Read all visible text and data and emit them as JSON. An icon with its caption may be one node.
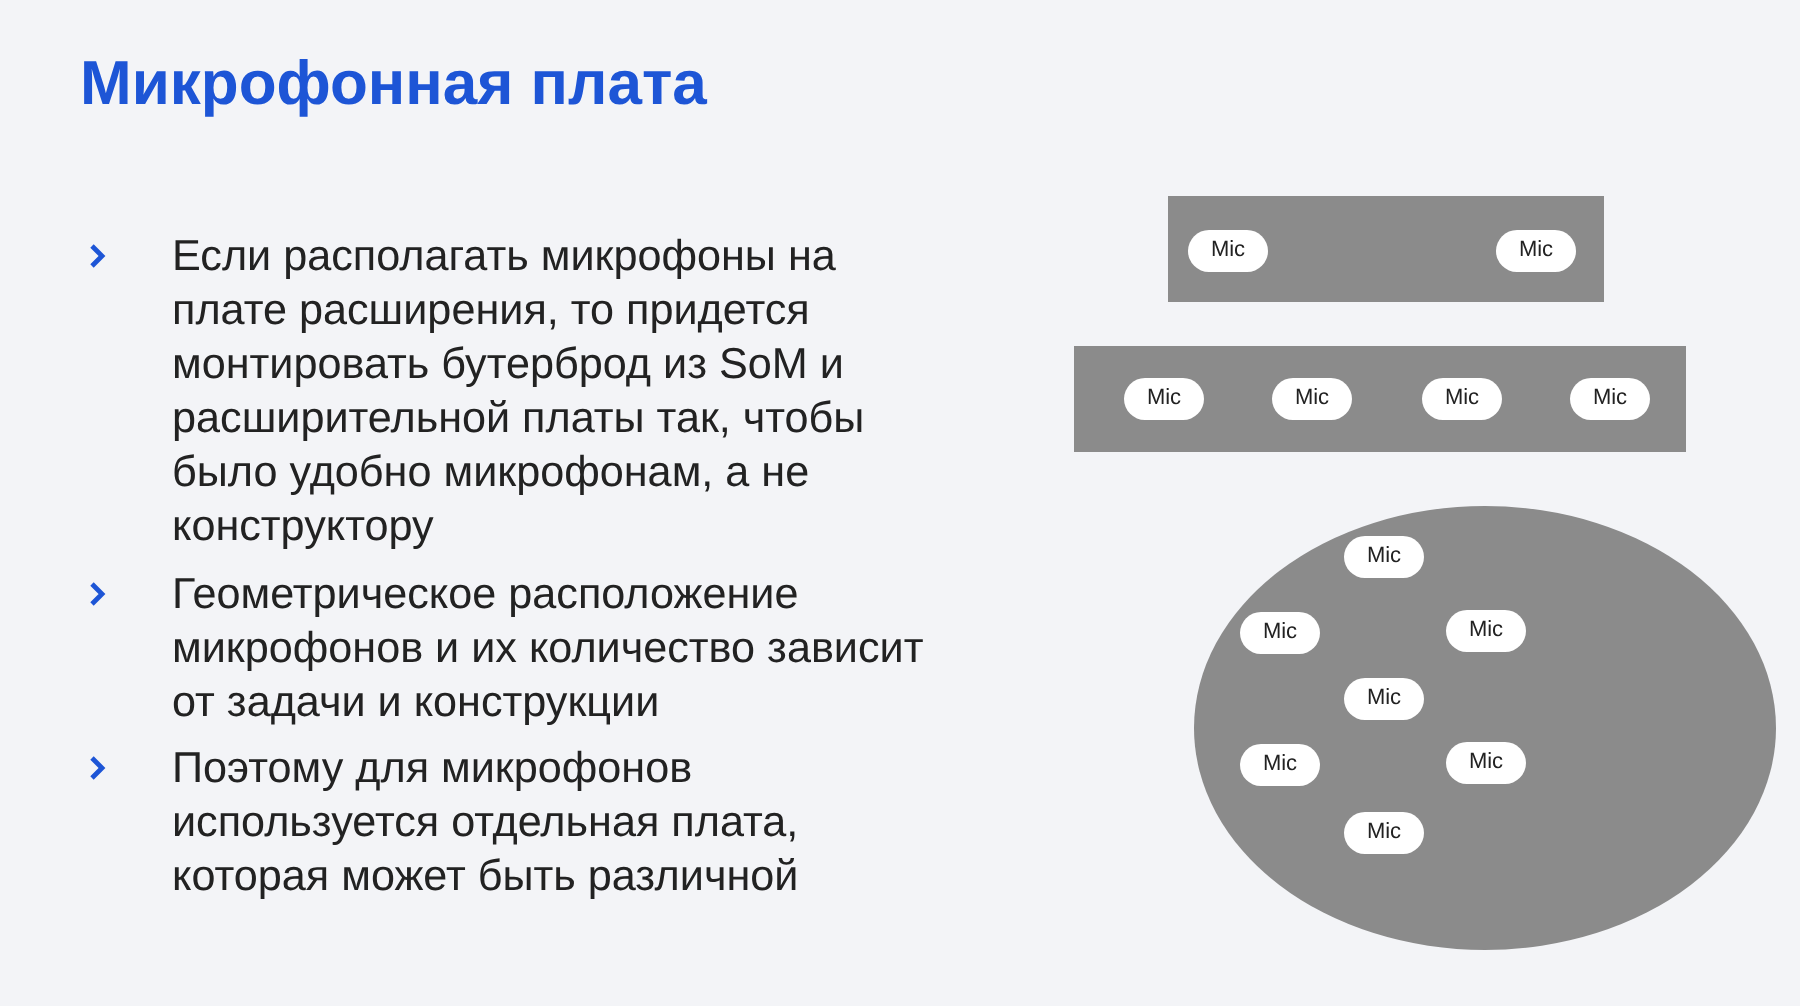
{
  "diagram": {
    "title": "Микрофонная плата",
    "nodes": [
      {
        "text": [],
        "shape": "bar"
      },
      {
        "text": [
          "Mic"
        ],
        "in": 0
      },
      {
        "text": [
          "Mic"
        ],
        "in": 0
      },
      {
        "text": [],
        "shape": "bar"
      },
      {
        "text": [
          "Mic"
        ],
        "in": 3
      },
      {
        "text": [
          "Mic"
        ],
        "in": 3
      },
      {
        "text": [
          "Mic"
        ],
        "in": 3
      },
      {
        "text": [
          "Mic"
        ],
        "in": 3
      },
      {
        "text": [],
        "shape": "circle"
      },
      {
        "text": [
          "Mic"
        ],
        "in": 8
      },
      {
        "text": [
          "Mic"
        ],
        "in": 8
      },
      {
        "text": [
          "Mic"
        ],
        "in": 8
      },
      {
        "text": [
          "Mic"
        ],
        "in": 8
      },
      {
        "text": [
          "Mic"
        ],
        "in": 8
      },
      {
        "text": [
          "Mic"
        ],
        "in": 8
      },
      {
        "text": [
          "Mic"
        ],
        "in": 8
      }
    ],
    "labels": [
      "Если располагать микрофоны на плате расширения, то придется монтировать бутерброд из SoM и расширительной платы так, чтобы было удобно микрофонам, а не конструктору",
      "Геометрическое расположение микрофонов и их количество зависит от задачи и конструкции",
      "Поэтому для микрофонов используется отдельная плата, которая может быть различной"
    ]
  }
}
